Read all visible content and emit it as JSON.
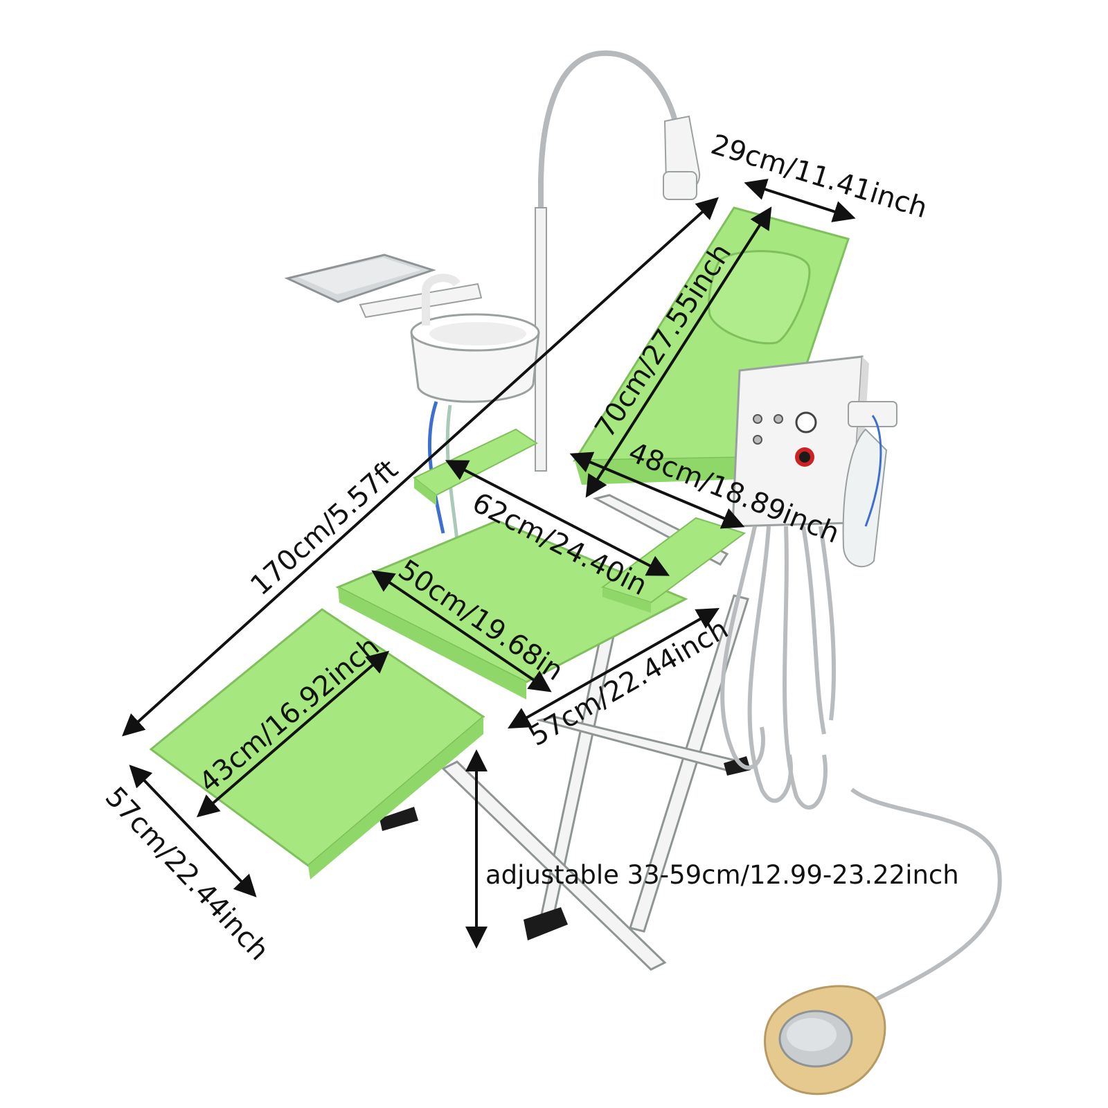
{
  "image": {
    "subject": "dental-chair",
    "colors": {
      "upholstery": "#a6e87f",
      "upholstery_shade": "#8fd768",
      "frame": "#f4f4f4",
      "outline": "#9aa0a0",
      "hose": "#b8bcbe",
      "dimension_line": "#111111"
    }
  },
  "dimensions": {
    "headrest_width": "29cm/11.41inch",
    "total_length": "170cm/5.57ft",
    "backrest_length": "70cm/27.55inch",
    "armrest_span": "48cm/18.89inch",
    "armrest_length": "62cm/24.40in",
    "seat_length": "50cm/19.68in",
    "seat_width": "57cm/22.44inch",
    "leg_rest_length": "43cm/16.92inch",
    "leg_rest_width": "57cm/22.44inch",
    "seat_height": "adjustable 33-59cm/12.99-23.22inch"
  }
}
